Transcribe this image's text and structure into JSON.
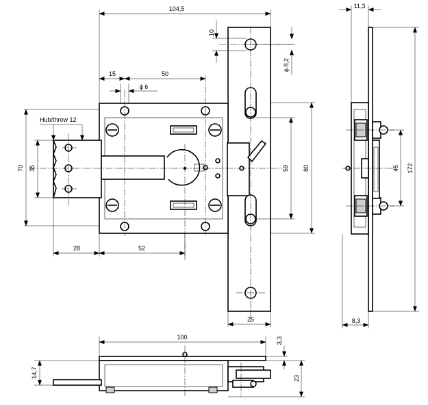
{
  "front_view": {
    "dim_width": "104,5",
    "dim_15": "15",
    "dim_50": "50",
    "dim_hole": "ϕ 6",
    "dim_10": "10",
    "dim_hole_2": "ϕ 8,2",
    "dim_59": "59",
    "dim_80": "80",
    "dim_70": "70",
    "dim_35": "35",
    "dim_28": "28",
    "dim_52": "52",
    "dim_25": "25",
    "hub_label": "Hub/throw 12"
  },
  "side_view": {
    "dim_11_3": "11,3",
    "dim_172": "172",
    "dim_45": "45",
    "dim_8_3": "8,3"
  },
  "bottom_view": {
    "dim_100": "100",
    "dim_3_3": "3,3",
    "dim_14_7": "14,7",
    "dim_23": "23"
  }
}
